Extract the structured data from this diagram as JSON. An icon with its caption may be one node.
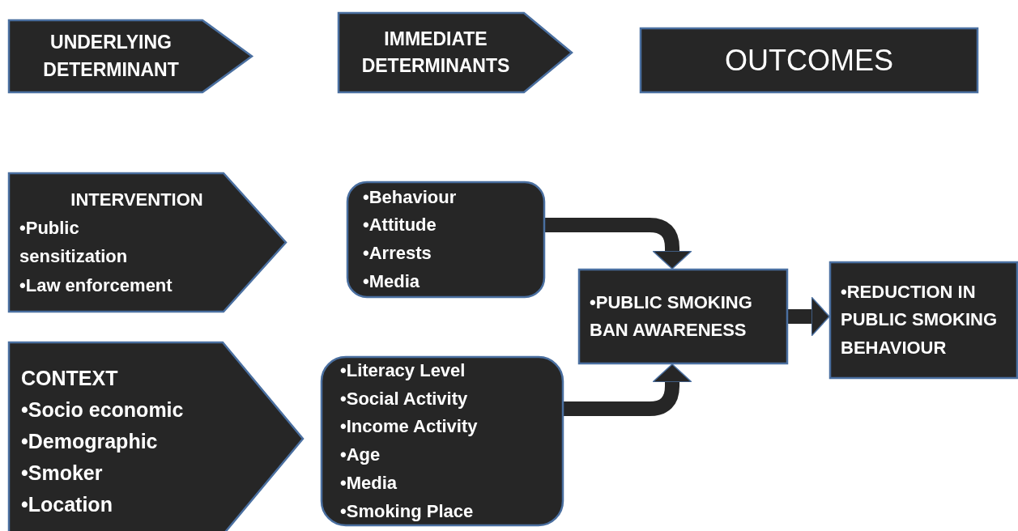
{
  "diagram": {
    "nodes": [
      {
        "text": [
          "UNDERLYING DETERMINANT"
        ]
      },
      {
        "text": [
          "IMMEDIATE DETERMINANTS"
        ]
      },
      {
        "text": [
          "OUTCOMES"
        ]
      },
      {
        "text": [
          "INTERVENTION",
          "•Public sensitization",
          "•Law enforcement"
        ]
      },
      {
        "text": [
          "CONTEXT",
          "•Socio economic",
          "•Demographic",
          "•Smoker",
          "•Location"
        ]
      },
      {
        "text": [
          "•Behaviour",
          "•Attitude",
          "•Arrests",
          "•Media"
        ]
      },
      {
        "text": [
          "•Literacy Level",
          "•Social Activity",
          "•Income Activity",
          "•Age",
          "•Media",
          "•Smoking Place"
        ]
      },
      {
        "text": [
          "•PUBLIC SMOKING BAN AWARENESS"
        ]
      },
      {
        "text": [
          "•REDUCTION IN PUBLIC SMOKING BEHAVIOUR"
        ]
      }
    ],
    "edges": [
      {
        "from": 5,
        "to": 7,
        "arrow": "to"
      },
      {
        "from": 6,
        "to": 7,
        "arrow": "to"
      },
      {
        "from": 7,
        "to": 8,
        "arrow": "to"
      }
    ]
  }
}
